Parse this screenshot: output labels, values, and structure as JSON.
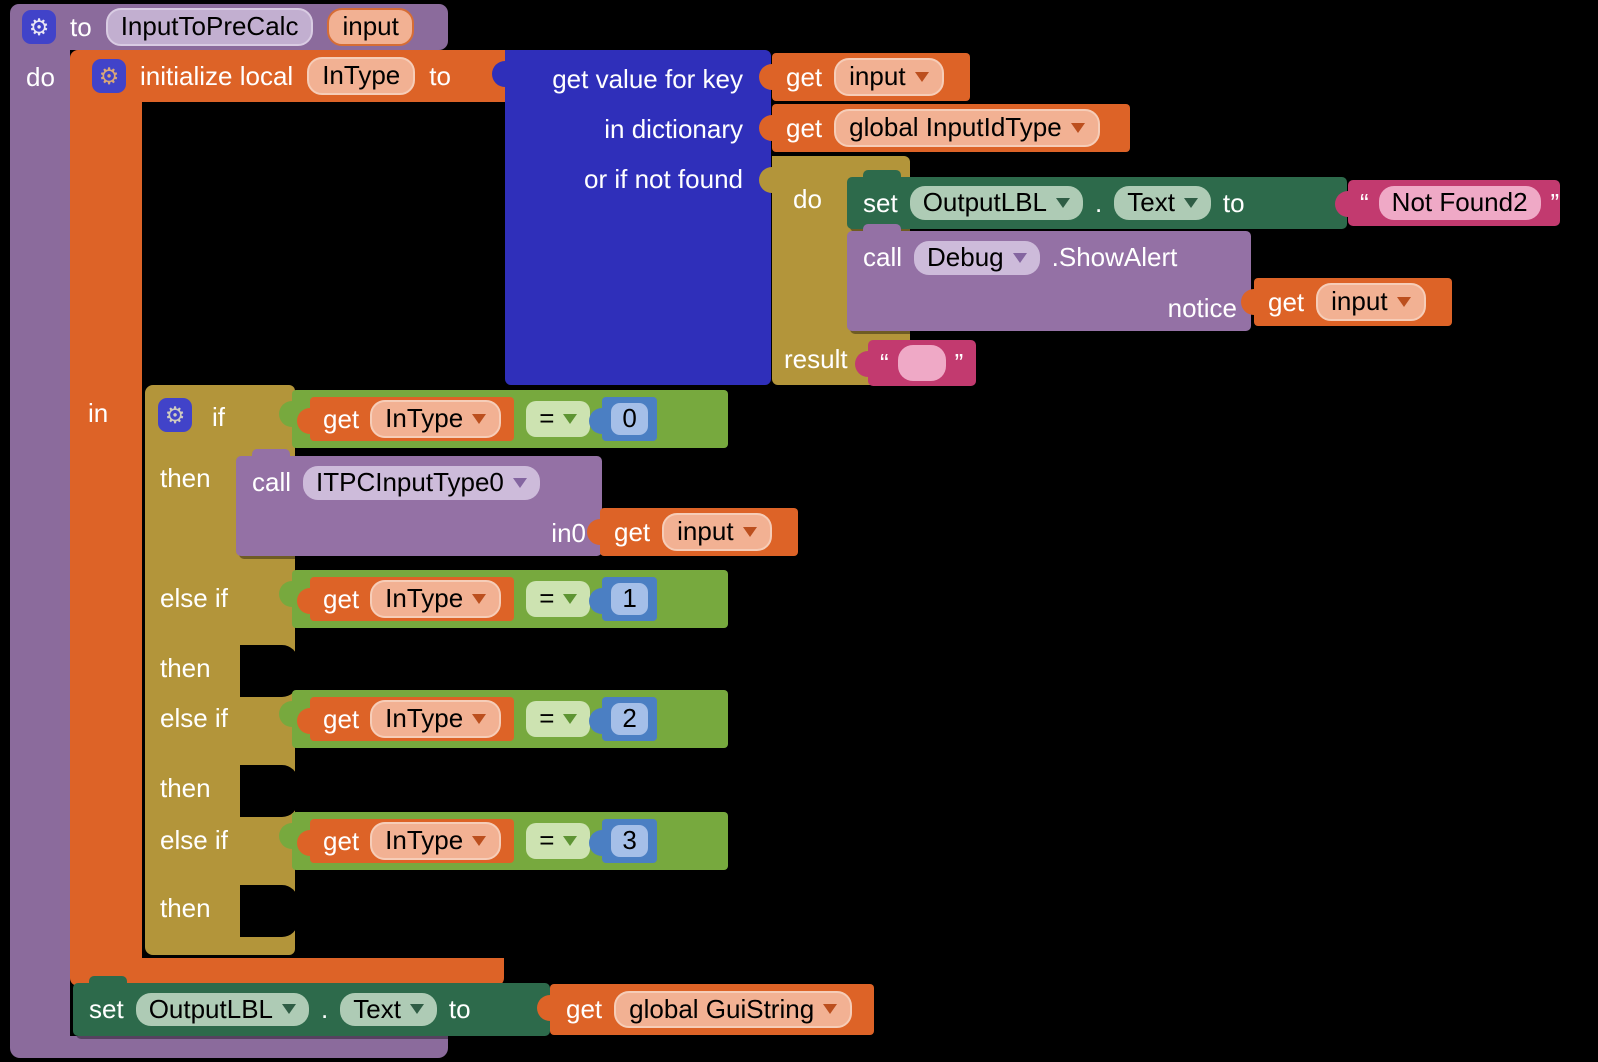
{
  "colors": {
    "background": "#000000",
    "procedure_purple": "#8B6B9C",
    "procedure_field": "#C2AFD0",
    "variable_orange": "#DD6327",
    "variable_field": "#F2B193",
    "dictionary_blue": "#2F2FBA",
    "control_khaki": "#B3953A",
    "setter_green": "#2D6A4B",
    "setter_field": "#AECBB5",
    "call_purple": "#9471A5",
    "call_field": "#CDBBDA",
    "logic_green": "#77A93E",
    "logic_field": "#CDE3B1",
    "math_blue": "#4B7FC3",
    "math_field": "#A5BFE8",
    "text_pink": "#C23A6F",
    "text_field": "#EFA9C6",
    "mutator_icon_blue": "#4143C9"
  },
  "icons": {
    "gear": "⚙"
  },
  "procedure": {
    "to": "to",
    "name": "InputToPreCalc",
    "param": "input",
    "do": "do"
  },
  "init_local": {
    "label": "initialize local",
    "name": "InType",
    "to": "to",
    "in": "in"
  },
  "dictionary": {
    "row1": "get value for key",
    "row2": "in dictionary",
    "row3": "or if not found"
  },
  "get_key": {
    "get": "get",
    "var": "input"
  },
  "get_dict": {
    "get": "get",
    "var": "global InputIdType"
  },
  "fallback": {
    "do": "do",
    "result": "result"
  },
  "set_notfound": {
    "set": "set",
    "component": "OutputLBL",
    "dot": ".",
    "property": "Text",
    "to": "to"
  },
  "notfound_string": {
    "open_quote": "“",
    "value": "Not Found2",
    "close_quote": "”"
  },
  "call_alert": {
    "call": "call",
    "component": "Debug",
    "method": ".ShowAlert",
    "arg": "notice"
  },
  "get_notice": {
    "get": "get",
    "var": "input"
  },
  "empty_string": {
    "open_quote": "“",
    "close_quote": "”"
  },
  "if_chain": {
    "if": "if",
    "then1": "then",
    "elseif2": "else if",
    "then2": "then",
    "elseif3": "else if",
    "then3": "then",
    "elseif4": "else if",
    "then4": "then",
    "conditions": [
      {
        "get": "get",
        "var": "InType",
        "op": "=",
        "value": "0"
      },
      {
        "get": "get",
        "var": "InType",
        "op": "=",
        "value": "1"
      },
      {
        "get": "get",
        "var": "InType",
        "op": "=",
        "value": "2"
      },
      {
        "get": "get",
        "var": "InType",
        "op": "=",
        "value": "3"
      }
    ]
  },
  "call_itpc": {
    "call": "call",
    "procedure": "ITPCInputType0",
    "arg": "in0"
  },
  "get_in0": {
    "get": "get",
    "var": "input"
  },
  "set_final": {
    "set": "set",
    "component": "OutputLBL",
    "dot": ".",
    "property": "Text",
    "to": "to"
  },
  "get_guistring": {
    "get": "get",
    "var": "global GuiString"
  }
}
